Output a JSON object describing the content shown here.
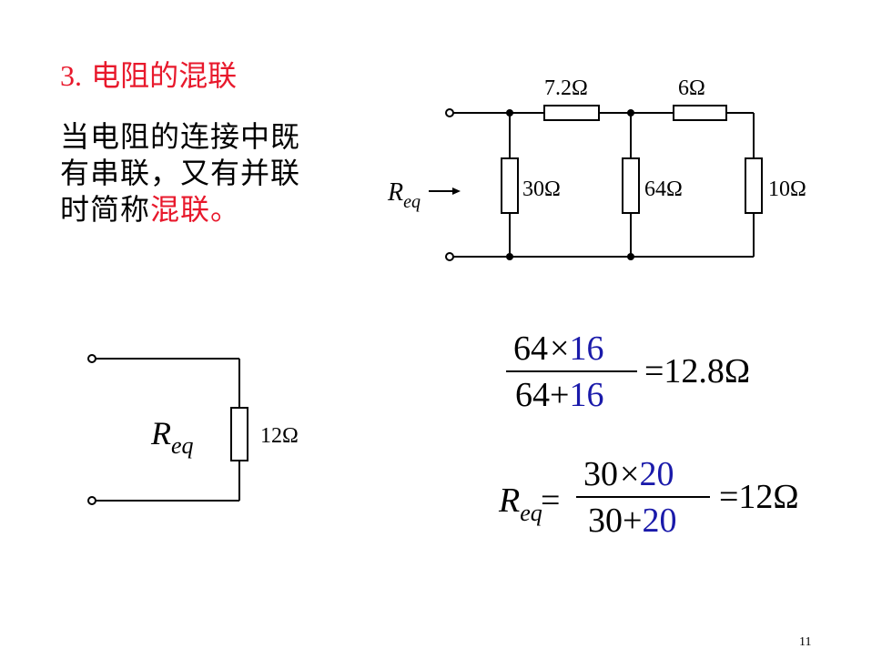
{
  "title": {
    "number": "3.",
    "text": "电阻的混联"
  },
  "description": {
    "line1": "当电阻的连接中既",
    "line2": "有串联，又有并联",
    "line3_prefix": "时简称",
    "line3_highlight": "混联。"
  },
  "circuit_top": {
    "r_series1": "7.2Ω",
    "r_series2": "6Ω",
    "r_shunt1": "30Ω",
    "r_shunt2": "64Ω",
    "r_shunt3": "10Ω",
    "req_symbol": "R",
    "req_sub": "eq"
  },
  "circuit_bottom": {
    "req_symbol": "R",
    "req_sub": "eq",
    "resistor": "12Ω"
  },
  "formula1": {
    "num_a": "64",
    "times": "×",
    "num_b": "16",
    "den_a": "64+",
    "den_b": "16",
    "result": "=12.8Ω"
  },
  "formula2": {
    "lhs_symbol": "R",
    "lhs_sub": "eq",
    "equals": "=",
    "num_a": "30",
    "times": "×",
    "num_b": "20",
    "den_a": "30+",
    "den_b": "20",
    "result": "=12Ω"
  },
  "page_number": "11",
  "colors": {
    "red": "#e8192c",
    "blue": "#1a1aaa"
  }
}
